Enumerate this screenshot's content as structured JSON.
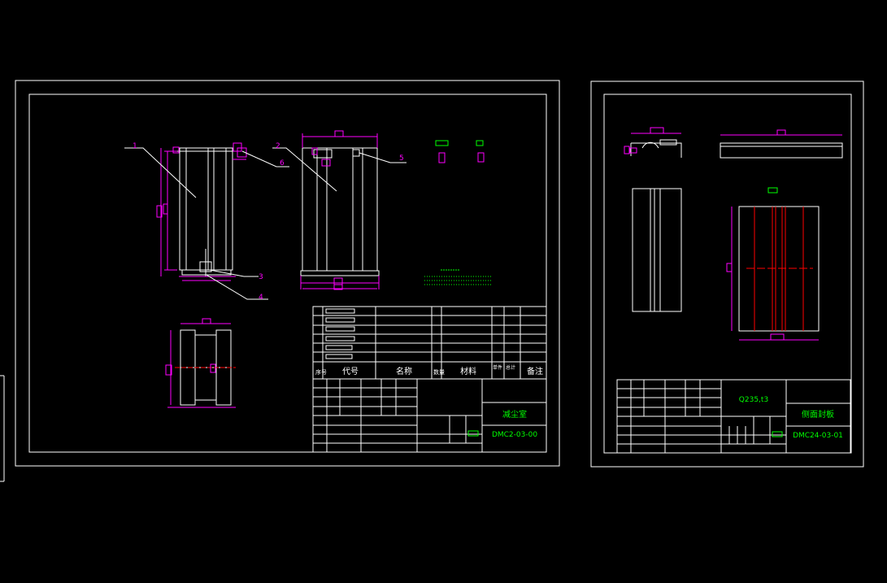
{
  "sheet_assembly": {
    "balloons": [
      "1",
      "2",
      "3",
      "4",
      "5",
      "6"
    ],
    "bom_header": {
      "seq": "序号",
      "code": "代号",
      "name": "名称",
      "qty": "数量",
      "material": "材料",
      "unit_weight": "单件",
      "total_weight": "总计",
      "remark": "备注"
    },
    "title": "减尘室",
    "drawing_no": "DMC2-03-00"
  },
  "sheet_part": {
    "material": "Q235,t3",
    "title": "侧面封板",
    "drawing_no": "DMC24-03-01"
  },
  "colors": {
    "background": "#000000",
    "frame": "#ffffff",
    "dimension": "#ff00ff",
    "annotation": "#00ff00",
    "centerline": "#ff0000"
  }
}
